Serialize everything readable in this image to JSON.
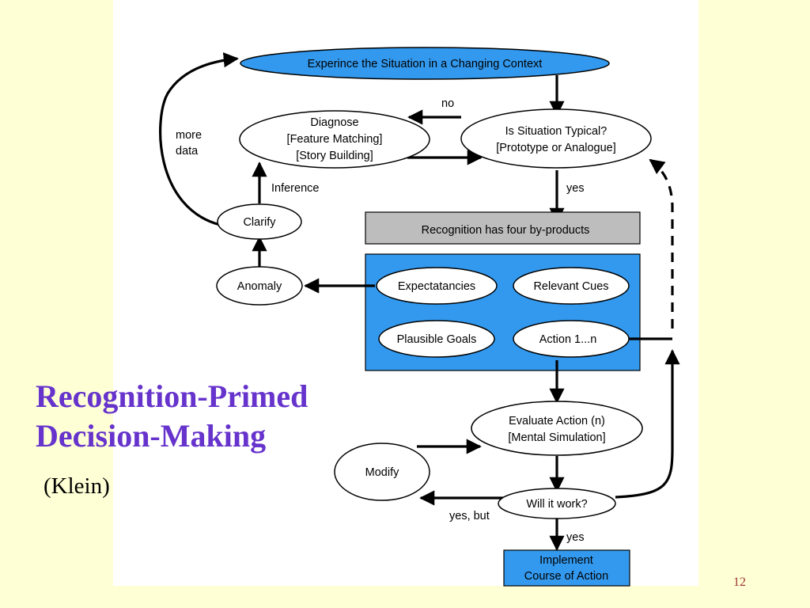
{
  "slide": {
    "title_line1": "Recognition-Primed",
    "title_line2": "Decision-Making",
    "subtitle": "(Klein)",
    "page_number": "12",
    "colors": {
      "background": "#FFFFD6",
      "title": "#6633CC",
      "diagram_blue": "#3399EE",
      "gray_box": "#BDBDBD"
    }
  },
  "diagram": {
    "experience": "Experince the Situation in a Changing Context",
    "typical": [
      "Is Situation Typical?",
      "[Prototype or Analogue]"
    ],
    "diagnose": [
      "Diagnose",
      "[Feature Matching]",
      "[Story Building]"
    ],
    "clarify": "Clarify",
    "anomaly": "Anomaly",
    "recognition": "Recognition has four by-products",
    "expectancies": "Expectatancies",
    "relevant_cues": "Relevant Cues",
    "plausible_goals": "Plausible Goals",
    "action": "Action 1...n",
    "evaluate": [
      "Evaluate Action (n)",
      "[Mental Simulation]"
    ],
    "modify": "Modify",
    "will_it_work": "Will it work?",
    "implement": [
      "Implement",
      "Course of Action"
    ],
    "labels": {
      "no": "no",
      "yes1": "yes",
      "yes2": "yes",
      "yes_but": "yes, but",
      "inference": "Inference",
      "more": "more",
      "data": "data"
    }
  }
}
